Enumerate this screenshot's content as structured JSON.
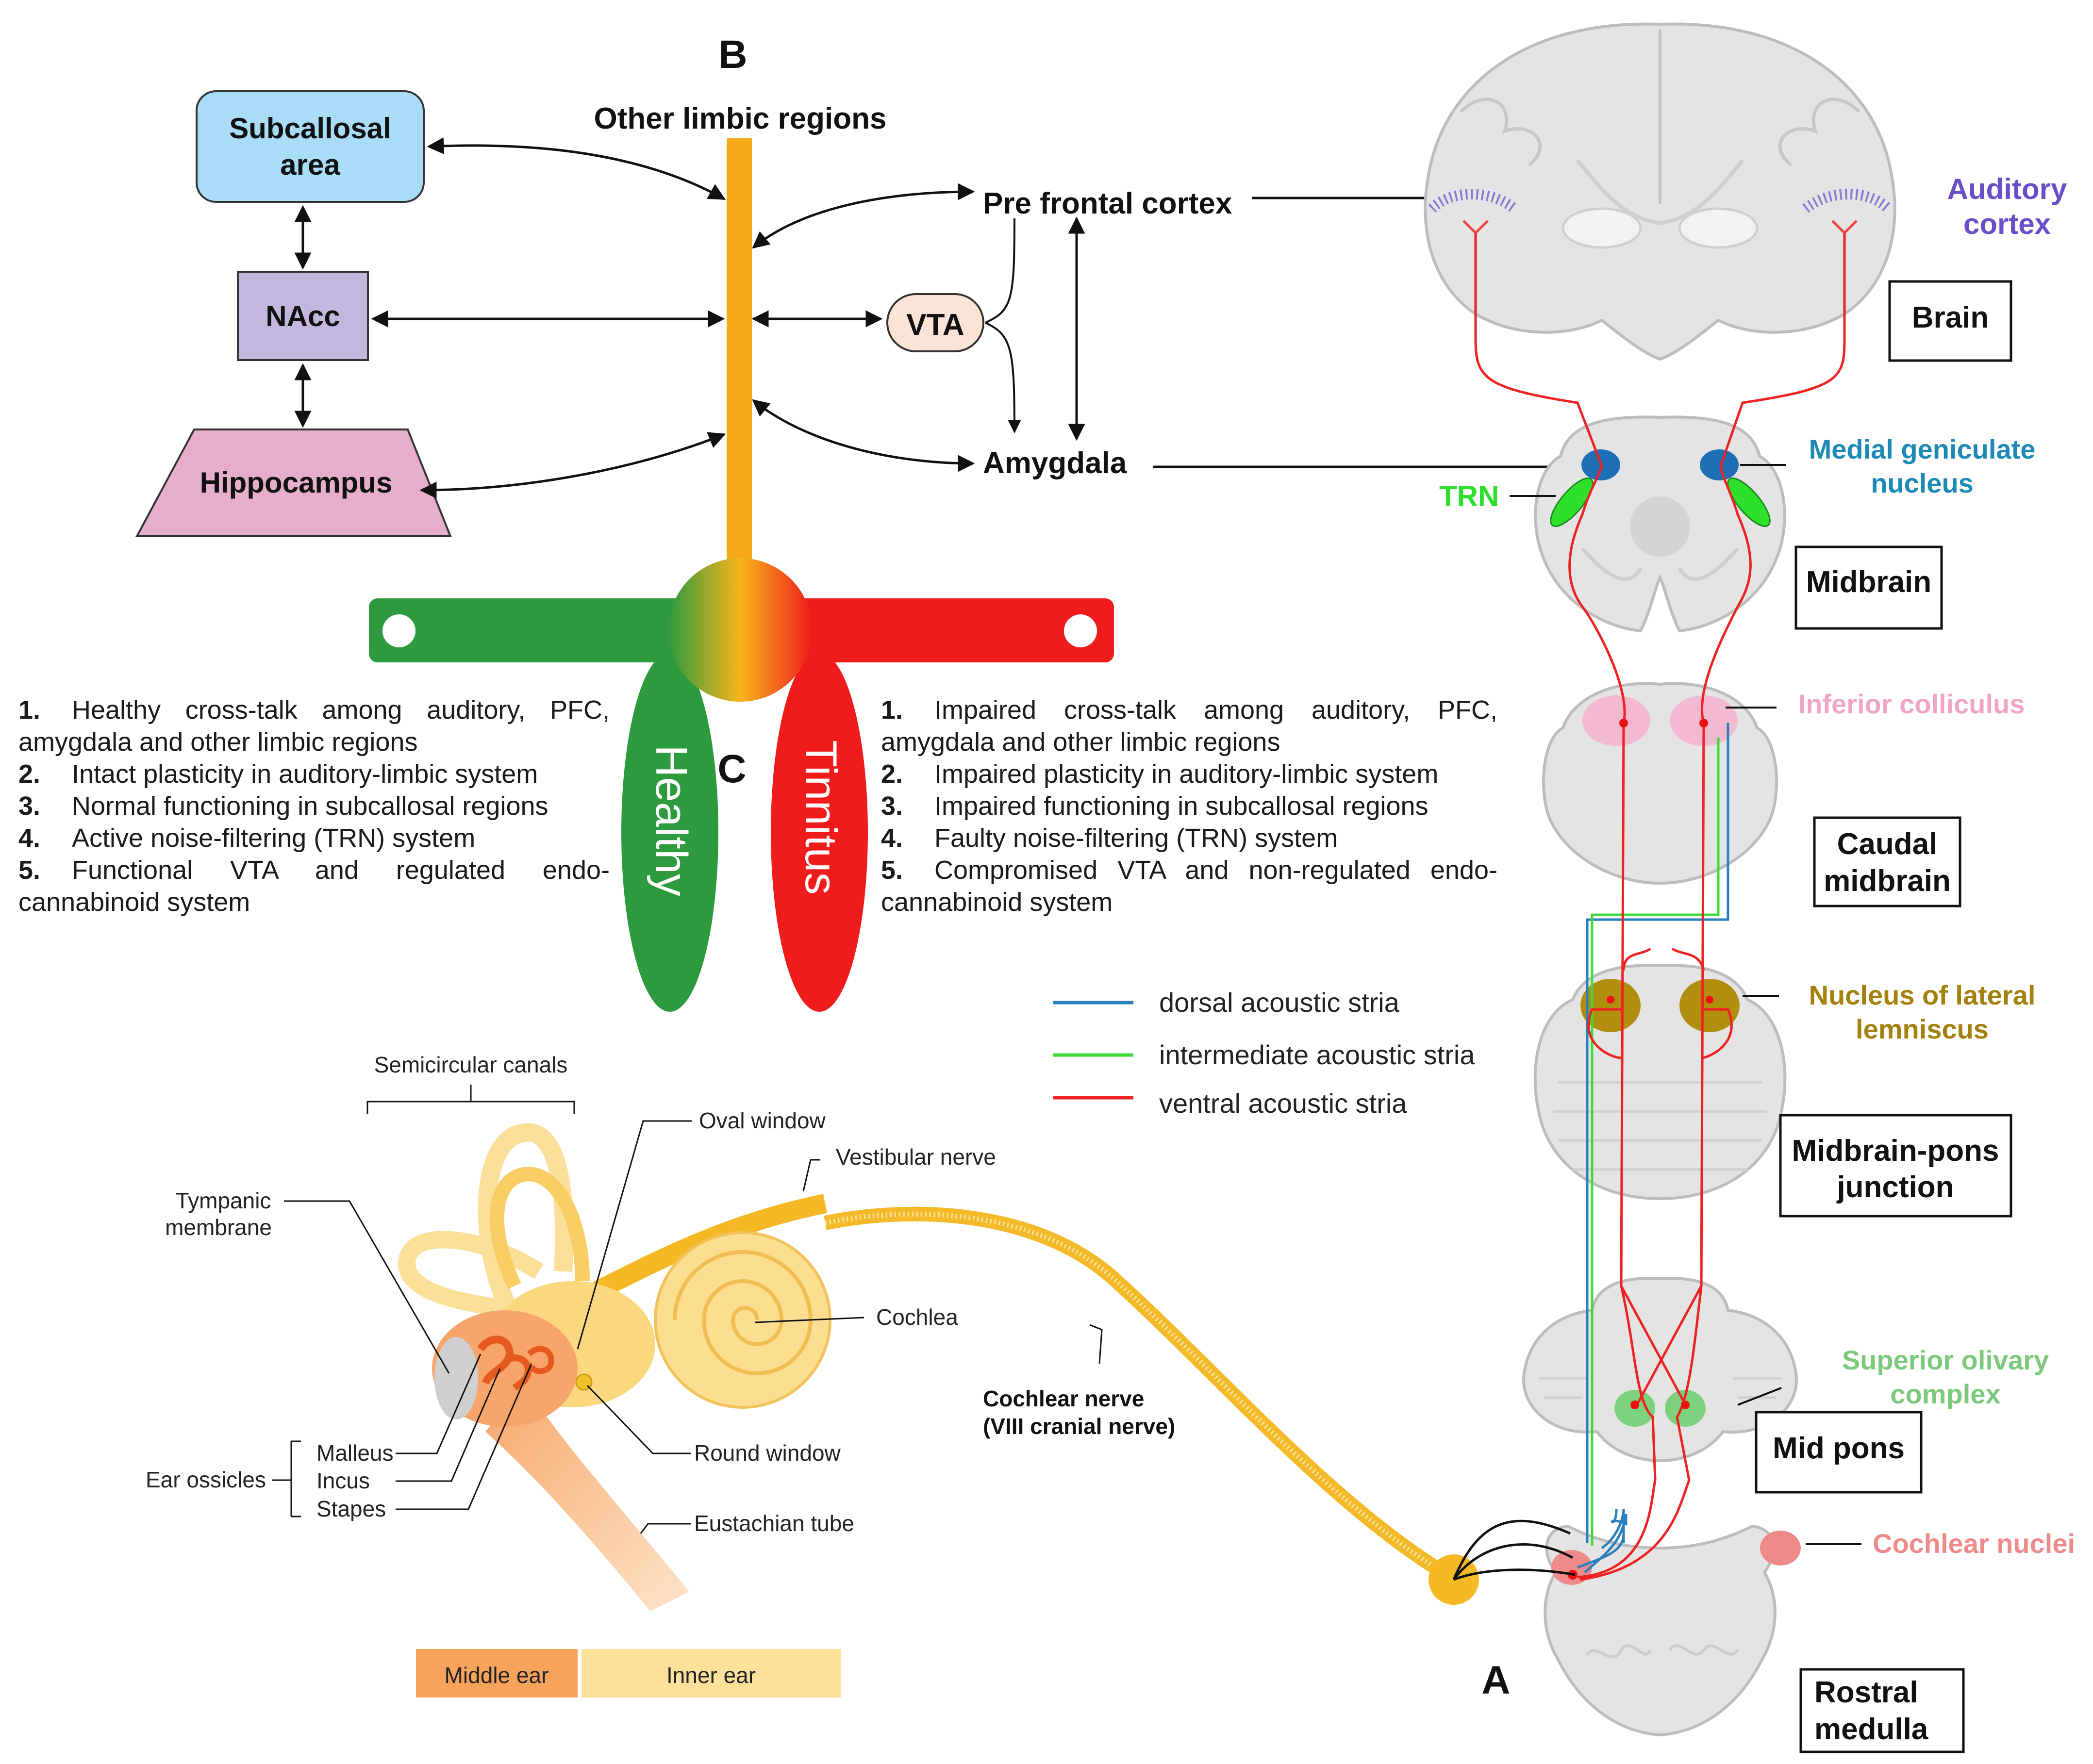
{
  "panel_letters": {
    "a": "A",
    "b": "B",
    "c": "C"
  },
  "limbic": {
    "subcallosal": "Subcallosal area",
    "subcallosal_l1": "Subcallosal",
    "subcallosal_l2": "area",
    "nacc": "NAcc",
    "hippocampus": "Hippocampus",
    "other_limbic": "Other limbic regions",
    "prefrontal": "Pre frontal cortex",
    "vta": "VTA",
    "amygdala": "Amygdala"
  },
  "conditions": {
    "healthy": "Healthy",
    "tinnitus": "Tinnitus",
    "healthy_points": [
      "Healthy cross-talk among auditory, PFC, amygdala and other limbic regions",
      "Intact plasticity in auditory-limbic system",
      "Normal functioning in subcallosal regions",
      "Active noise-filtering (TRN) system",
      "Functional VTA and regulated endo-cannabinoid system"
    ],
    "tinnitus_points": [
      "Impaired cross-talk among auditory, PFC, amygdala and other limbic regions",
      "Impaired plasticity in auditory-limbic system",
      "Impaired functioning in subcallosal regions",
      "Faulty noise-filtering (TRN) system",
      "Compromised VTA and non-regulated endo-cannabinoid system"
    ],
    "colors": {
      "healthy": "#2e9a3e",
      "tinnitus": "#f01c1c",
      "limbic_bar": "#f7a81b"
    }
  },
  "legend": {
    "items": [
      {
        "label": "dorsal acoustic stria",
        "color": "#2a7fbd"
      },
      {
        "label": "intermediate acoustic stria",
        "color": "#3ddc3a"
      },
      {
        "label": "ventral acoustic stria",
        "color": "#ee2222"
      }
    ]
  },
  "pathway": {
    "brain": "Brain",
    "auditory_cortex_l1": "Auditory",
    "auditory_cortex_l2": "cortex",
    "mgn_l1": "Medial geniculate",
    "mgn_l2": "nucleus",
    "trn": "TRN",
    "midbrain": "Midbrain",
    "inferior_colliculus": "Inferior colliculus",
    "caudal_midbrain_l1": "Caudal",
    "caudal_midbrain_l2": "midbrain",
    "nll_l1": "Nucleus of lateral",
    "nll_l2": "lemniscus",
    "mp_junction_l1": "Midbrain-pons",
    "mp_junction_l2": "junction",
    "soc_l1": "Superior olivary",
    "soc_l2": "complex",
    "mid_pons": "Mid pons",
    "cochlear_nuclei": "Cochlear nuclei",
    "rostral_medulla_l1": "Rostral",
    "rostral_medulla_l2": "medulla"
  },
  "ear": {
    "semicircular_canals": "Semicircular canals",
    "oval_window": "Oval window",
    "vestibular_nerve": "Vestibular nerve",
    "tympanic_l1": "Tympanic",
    "tympanic_l2": "membrane",
    "cochlea": "Cochlea",
    "cochlear_nerve_l1": "Cochlear nerve",
    "cochlear_nerve_l2": "(VIII cranial nerve)",
    "ear_ossicles": "Ear ossicles",
    "malleus": "Malleus",
    "incus": "Incus",
    "stapes": "Stapes",
    "round_window": "Round window",
    "eustachian_tube": "Eustachian tube",
    "middle_ear": "Middle ear",
    "inner_ear": "Inner ear"
  }
}
